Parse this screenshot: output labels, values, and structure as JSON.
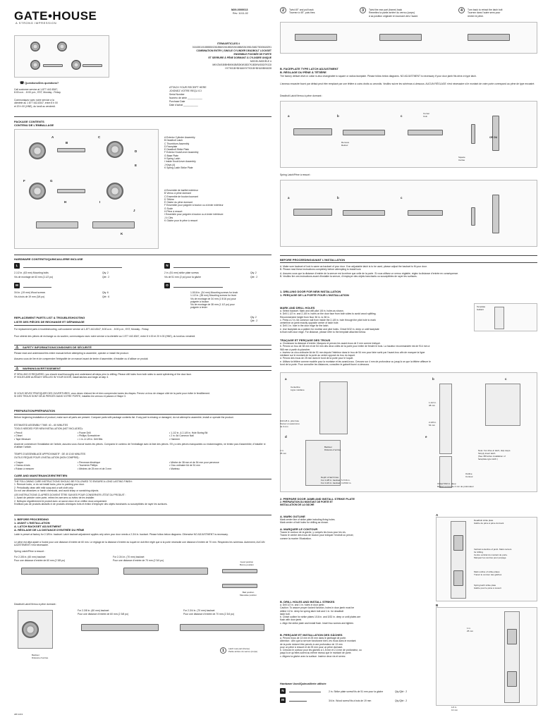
{
  "header": {
    "logo": "GATE•HOUSE",
    "tagline": "A STRONG IMPRESSION",
    "doc_number": "M29-0000013",
    "revision": "Rev. 11/11-02",
    "step2": "Twist 45° and pull back\nTournez à 45°, puis tirez.",
    "step3": "Twist the rear part (frame) back\nRemettez la partie arrière du verrou (corps)\nà sa position originale en tournant vers l’avant.",
    "step4": "Turn back to retract the latch bolt\nTournez dans l’autre sens pour\nrentrer le pêne."
  },
  "item": {
    "label": "ITEM/ARTICLES #",
    "numbers": "0161551/0185555/0261856/0261850/0261888/0261981/0482783/0618291",
    "title_en": "COMBINATION ENTRY | SINGLE CYLINDER DEADBOLT LOCKSET",
    "title_fr1": "ENSEMBLE POIGNÉE DE PORTE",
    "title_fr2": "ET SERRURE À PÊNE DORMANT À CYLINDRE UNIQUE",
    "model_label": "MODEL/MODÈLE #",
    "model_1": "MKX2W1B/BHBKW1B/B3KW1B3/7K1B3KW1B3/7K1DI",
    "model_2": "HY7K01B+BHU6/HY7K01B+BHU0/BK6028"
  },
  "questions": {
    "title": "Questions/Des questions?",
    "en": "Call customer service at 1-877-442-8347,\n8:00 a.m. - 8:00 p.m., EST, Monday - Friday.",
    "fr": "Communiquez avec notre service à la\nclientèle au 1 877 442-8347, entre 8 h 00\net 20 h 00 (HNE), du lundi au vendredi."
  },
  "receipt": {
    "title_en": "ATTACH YOUR RECEIPT HERE",
    "title_fr": "JOIGNEZ VOTRE REÇU ICI",
    "f1": "Serial Number",
    "f2": "Numéro de série ___________",
    "f3": "Purchase Date",
    "f4": "Date d’achat ___________"
  },
  "package": {
    "title_en": "PACKAGE CONTENTS",
    "title_fr": "CONTENU DE L’EMBALLAGE",
    "items_en": [
      "A  Exterior Cylinder Assembly",
      "B  Deadbolt Latch",
      "C  Thumbturn Assembly",
      "D  Faceplate",
      "E  Deadbolt Strike Plate",
      "F  Exterior Knob/Lever Assembly",
      "G  Base Plate",
      "H  Spring Latch",
      "I   Inside Knob/Lever Assembly",
      "J  Keys (4)",
      "K  Spring Latch Strike Plate"
    ],
    "items_fr": [
      "A  Ensemble de barillet extérieur",
      "B  Verrou à pêne dormant",
      "C  Ensemble de bouton tournant",
      "D  Têtière",
      "E  Gâche du pêne dormant",
      "F  Ensemble pour poignée à bouton ou à levier extérieur",
      "G  Socle",
      "H  Pêne à ressort",
      "I   Ensemble pour poignée à bouton ou à levier intérieure",
      "J  4 Clés",
      "K  Gâche pour le pêne à ressort"
    ]
  },
  "hardware": {
    "title": "HARDWARE CONTENTS/QUINCAILLERIE INCLUSE",
    "L_en": "2-1/2 in. (63 mm) Mounting bolts",
    "L_fr": "Vis de montage de 63 mm (2-1/2 po)",
    "L_qty": "Qty. 2",
    "L_qte": "Qté : 2",
    "M_en": "3/4 in. (19 mm) Wood screws",
    "M_fr": "Vis à bois de 19 mm (3/4 po)",
    "M_qty": "Qty. 6",
    "M_qte": "Qté : 6",
    "N_en": "2 in. (51 mm) strike plate screws",
    "N_fr": "Vis de 51 mm (2 po) pour la gâche",
    "N_qty": "Qty. 2",
    "N_qte": "Qté : 2",
    "O_lines": [
      "1-5/16 in. (34 mm) Mounting screws for knob",
      "1-1/2 in. (38 mm) Mounting screws for lever",
      "Vis de montage de 34 mm (1 5/16 po) pour",
      "poignée à bouton",
      "Vis de montage de 38 mm (1 1/2 po) pour",
      "poignée à levier"
    ],
    "O_qty": "Qty. 2",
    "O_qte": "Qté : 2"
  },
  "replacement": {
    "title_en": "REPLACEMENT PARTS LIST & TROUBLESHOOTING",
    "title_fr": "LISTE DES PIÈCES DE RECHANGE ET DÉPANNAGE",
    "en": "For replacement parts & troubleshooting, call customer service at 1-877-442-8347, 8:00 a.m. - 8:00 p.m., EST, Monday - Friday.",
    "fr": "Pour obtenir des pièces de rechange ou du soutien, communiquez avec notre service à la clientèle au 1 877 442-8347, entre 8 h 00 et 20 h 00 (HNE), du lundi au vendredi."
  },
  "safety": {
    "title": "SAFETY INFORMATION/CONSIGNES DE SÉCURITÉ",
    "en": "Please read and understand this entire manual before attempting to assemble, operate or install the product.",
    "fr": "Assurez-vous de lire et de comprendre l’intégralité de ce manuel avant de tenter d’assembler, d’installer ou d’utiliser ce produit."
  },
  "warning": {
    "title": "WARNING/AVERTISSEMENT",
    "en": "IF DRILLING IS REQUIRED, you should read thoroughly and understand all steps prior to drilling. Please drill holes from both sides to avoid splintering of the door face.\nIF HOLES ARE ALREADY DRILLED IN YOUR DOOR, install latches and begin at step 3.",
    "fr": "SI VOUS DEVEZ PRATIQUER DES OUVERTURES, vous devez d’abord lire et bien comprendre toutes les étapes. Percez un trou de chaque côté de la porte pour éviter le fendillement.\nSI DES TROUS SONT DÉJÀ PERCÉS DANS VOTRE PORTE, installez les verrous et passez à l’étape 3."
  },
  "preparation": {
    "title": "PREPARATION/PRÉPARATION",
    "en": "Before beginning installation of product, make sure all parts are present. Compare parts with package contents list. If any part is missing or damaged, do not attempt to assemble, install or operate the product.",
    "time": "ESTIMATED ASSEMBLY TIME: 40 – 60 MINUTES",
    "tools": "TOOLS NEEDED FOR NEW INSTALLATION (NOT INCLUDED):",
    "tools_en": [
      "• Pencil",
      "• Chisel",
      "• Tape Measure",
      "• Power Drill",
      "• Phillips Screwdriver",
      "• 1 in. & 1/8 in. Drill Bits",
      "• 1-1/2 in. & 2-1/8 in. Hole Boring Bit",
      "• 2 in. 6d Common Nail",
      "• Hammer"
    ],
    "fr": "Avant de commencer l’installation de l’article, assurez-vous d’avoir toutes les pièces. Comparez le contenu de l’emballage avec la liste des pièces. S’il y a des pièces manquantes ou endommagées, ne tentez pas d’assembler, d’installer ni d’utiliser l’article.",
    "time_fr": "TEMPS D’ASSEMBLAGE APPROXIMATIF : DE 40 À 60 MINUTES",
    "tools_fr": "OUTILS REQUIS POUR L’INSTALLATION (NON COMPRIS) :",
    "tools_fr_list": [
      "• Crayon",
      "• Ciseau à bois",
      "• Ruban à mesurer",
      "• Perceuse électrique",
      "• Tournevis Phillips",
      "• Mèches de 25 mm et de 3 mm",
      "• Mèche de 38 mm et de 54 mm pour perceuse",
      "• Clou ordinaire 6d de 51 mm",
      "• Marteau"
    ]
  },
  "care": {
    "title": "CARE AND MAINTENANCE/ENTRETIEN",
    "en": "THE FOLLOWING CARE INSTRUCTIONS SHOULD BE FOLLOWED TO ENSURE A LONG LASTING FINISH:\n1. Remove locks, or do not install locks, prior to painting your door.\n2. Periodically clean with mild soap and a soft cloth only.\n   Do not use abrasives or harsh chemicals, and avoid sharp or scratching objects.",
    "fr": "LES INSTRUCTIONS CI-APRÈS DOIVENT ÊTRE SUIVIES POUR CONSERVER L’ÉTAT DU PRODUIT :\n1. Avant de peindre votre porte, retirez les serrures ou évitez de les installer.\n2. Nettoyez régulièrement le produit avec un savon doux et un chiffon doux uniquement.\n   N’utilisez pas de produits abrasifs ni de produits chimiques forts et évitez d’employer des objets tranchants ou susceptibles de rayer les surfaces."
  },
  "step1": {
    "title": "1. BEFORE PROCEEDING",
    "title_fr": "1. AVANT L’INSTALLATION",
    "sub": "A. LATCH BACKSET ADJUSTMENT",
    "sub_fr": "A. RÉGLAGE DE LA DISTANCE D’ENTRÉE DU PÊNE",
    "en": "Latch is preset at factory for 2-3/8 in. backset. Latch backset adjustment applies only when your door needs a 2-3/4 in. backset. Please follow below diagrams. Otherwise NO ADJUSTMENT is necessary.",
    "fr": "Le pêne est déjà ajusté à l’usine pour une distance d’entrée de 60 mm. Le réglage de la distance d’entrée du loquet ne doit être réglé que si la porte nécessite une distance d’entrée de 70 mm. Respectez les schémas. Autrement, AUCUN AJUSTEMENT n’est nécessaire.",
    "spring": "Spring Latch/Pêne à ressort :",
    "for60": "For 2-3/8 in. (60 mm) backset",
    "for60fr": "Pour une distance d’entrée de 60 mm (2 3/8 po)",
    "for70": "For 2-3/4 in. (70 mm) backset",
    "for70fr": "Pour une distance d’entrée de 70 mm (2 3/4 po)",
    "good": "Good position\nBonne position",
    "bad": "Bad position\nMauvaise position",
    "deadbolt": "Deadbolt Latch/Verrou à pêne dormant :",
    "backset": "Backset\nDistance d’entrée",
    "step1": "Latch rear part (frame)\nPartie arrière du verrou (corps)"
  },
  "right": {
    "b_title": "B. FACEPLATE TYPE LATCH ADJUSTMENT",
    "b_title_fr": "B. RÉGLAGE DU PÊNE À TÊTIÈRE",
    "b_en": "The factory default drive-in collar is also changeable to square or radius faceplate. Please follow below diagrams. NO ADJUSTMENT is necessary if your door jamb fits drive-in type latch.",
    "b_fr": "L’anneau encastré fourni par défaut peut être remplacé par une têtière à coins droits ou arrondis. Veuillez suivre les schémas ci-dessous. AUCUN RÉGLAGE n’est nécessaire si le montant de votre porte correspond au pêne de type encastré.",
    "deadbolt": "Deadbolt Latch/Verrou à pêne dormant :",
    "spring": "Spring Latch/Pêne à ressort :",
    "remove": "Remove\nRetirez",
    "oroll": "OR OU",
    "corner": "Corner\nCoin",
    "square": "Square\nCarrée",
    "before_title": "BEFORE PROCEEDING/AVANT L’INSTALLATION",
    "before_en": "A. Make sure backset of lock is same as backset of your door. If an adjustable latch is to be used, please adjust the backset to fit your door.\nB. Please read these instructions completely before attempting to install lock.",
    "before_fr": "A. Assurez-vous que la distance d’entrée de la serrure est la même que celle de la porte. Si vous utilisez un verrou réglable, réglez la distance d’entrée en conséquence.\nB. Veuillez lire ces instructions avant d’installer la serrure, d’employer des objets tranchants ou susceptibles de rayer les surfaces.",
    "drill_title": "1. DRILLING DOOR FOR NEW INSTALLATION",
    "drill_title_fr": "1. PERÇAGE DE LA PORTE POUR L’INSTALLATION",
    "mark_title": "MARK AND DRILL HOLES",
    "mark_list": "a. Select backset. Mark and drill pilot 1/8 in. holes as shown.\nb. Drill 1-1/2 in. and 2-1/8 in. holes on the door face from both sides to avoid wood splitting.\n   Recommended height from floor 36 in. to 38 in.\nc. Press a 2 in. 6d common nail from inside the 2-1/8 in. hole through the pilot hole to mark\n   centerline on jamb exactly opposite center of latch hole.\nd. Drill 1 in. hole in the door edge for the latch.\ne. Use faceplate as a pattern for mortise and pilot holes. Chisel 5/32 in. deep or until faceplate\n   is flush with door edge. For distance, please refer to the template attached below.",
    "trace_title": "TRAÇAGE ET PERÇAGE DES TROUS",
    "trace_list": "a. Choisissez la distance d’entrée. Marquez et percez les avant-trous de 3 mm comme indiqué.\nb. Percez un trou de 38 mm et de 54 mm des deux côtés de la porte pour éviter de fendre le bois. La hauteur recommandée est de 914 mm à\n   965 mm à partir du plancher.\nc. Insérez un clou ordinaire 6d de 51 mm depuis l’intérieur dans le trou de 54 mm pour faire sortir par l’avant-trou afin de marquer la ligne\n   médiane sur le montant de la porte au centre opposé du trou du loquet.\nd. Percez des trous de 25 mm dans le bord de la porte pour le loquet.\ne. Utilisez la têtière comme modèle pour la mortaise et les avant-trous. Creusez sur 4 mm de profondeur ou jusqu’à ce que la têtière affleure le\n   bord de la porte. Pour connaître les distances, consultez le gabarit fourni ci-dessous.",
    "prep_title": "2. PREPARE DOOR JAMB AND INSTALL STRIKE PLATE",
    "prep_title_fr": "2. PRÉPARATION DU MONTANT DE PORTE ET\n   INSTALLATION DE LA GÂCHE",
    "mo_title": "A. MARK OUTLINE",
    "mo_en": "Mark center line of strike plate including fixing holes.\nMark center of bolt holes for drilling as shown.",
    "mo_fr_title": "A. MARQUER LE CONTOUR",
    "mo_fr": "Tracez le contour de la gâche, y compris les trous pour les vis.\nTracez le centre des trous de boulon pour indiquer l’endroit où percer,\ncomme la montre l’illustration.",
    "dh_title": "B. DRILL HOLES AND INSTALL STRIKES",
    "dh_en": "a. Drill 1/2 in. and 1 in. holes in door jamb.\n   Caution: To assure proper locked function, holes in door jamb must be\n   drilled 1/2 in. deep for spring latch bolt and 1 in. for deadbolt\n   latch bolt.\nb. Chisel outline for strike plates 1/16 in. and 3/32 in. deep or until plates are\n   flush with door jamb.\nc. Align the strike plate and install flush. Insert two screws and tighten.",
    "dh_fr_title": "B. PERÇAGE ET INSTALLATION DES GÂCHES",
    "dh_fr": "a. Percez trous de 13 mm et 25 mm dans le jambage de porte.\n   Attention : Afin que la serrure fonctionne bien, les trous dans le montant\n   de la porte doivent être percés à une profondeur de 13 mm\n   pour un pêne à ressort et de 25 mm pour un pêne dormant.\nb. Creusez le contour pour les gâches à 1,5 mm et 2,4 mm de profondeur, ou\n   jusqu’à ce qu’elles soient au même niveau que le montant de porte.\nc. Alignez la gâche avec la surface. Insérez deux vis et serrez.",
    "hw_used": "Hardware Used/Quincaillerie utilisée",
    "hwN": "2 in. Strike plate screw/Vis de 51 mm pour la gâche",
    "hwN_qty": "Qty./Qté : 2",
    "hwM": "3/4 in. Wood screw/Vis à bois de 19 mm",
    "hwM_qty": "Qty./Qté : 2",
    "template": "Template\nGabarit",
    "centerline": "Centerline\nLigne médiane",
    "backset": "Backset\nDistance d’entrée",
    "note": "Note: For drive-in latch, skip steps.\nSimply insert latch.\n(See 3B before installation of\nfaceplate-type latch.)",
    "drill18": "Drill 1/8 in. pilot hole\nPercez un avant-trou\nde 3 mm",
    "dim1": "1-1/2 in.\n38 mm",
    "dim2": "2-1/8 in.\n54 mm",
    "dim3": "1 in.\n25 mm",
    "depth1": "Depth of latch hole:\nFor 2-3/8 in. backset: 5-7/16 in.\nFor 2-3/4 in. backset: 3-15/16 in.",
    "outline_label": "Outline\nContour",
    "chisel": "Chisel 5/32 in. deep\nRetirez un trou de 4 mm de profondeur",
    "deadbolt_strike": "Deadbolt strike plate\nGâche de pêne à pêne dormant",
    "vertical": "Vertical centerline of jamb. Mark centers\nfor drilling\nCentre vertical du montant de porte.\nMarquez les centres pour perçage",
    "mark_outline": "Mark outline of strike plates\nTracez le contour des gâches",
    "spring_strike": "Spring latch strike plate\nGâche pour le pêne à ressort",
    "one_in": "1 in.\n25 mm",
    "half_in": "1/2 in.\n13 mm"
  },
  "footer": {
    "code": "AB 11/13"
  }
}
